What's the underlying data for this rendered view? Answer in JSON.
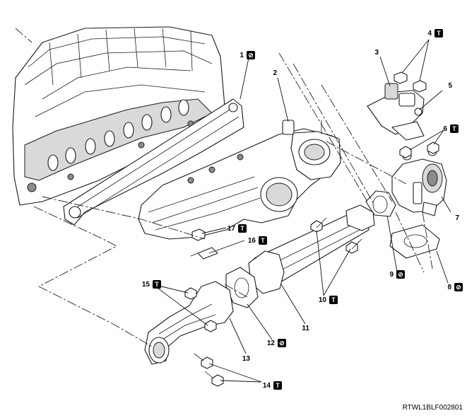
{
  "callouts": [
    {
      "number": "1",
      "icon": "no-reuse"
    },
    {
      "number": "2",
      "icon": ""
    },
    {
      "number": "3",
      "icon": ""
    },
    {
      "number": "4",
      "icon": "torque"
    },
    {
      "number": "5",
      "icon": ""
    },
    {
      "number": "6",
      "icon": "torque"
    },
    {
      "number": "7",
      "icon": ""
    },
    {
      "number": "8",
      "icon": "no-reuse"
    },
    {
      "number": "9",
      "icon": "no-reuse"
    },
    {
      "number": "10",
      "icon": "torque"
    },
    {
      "number": "11",
      "icon": ""
    },
    {
      "number": "12",
      "icon": "no-reuse"
    },
    {
      "number": "13",
      "icon": ""
    },
    {
      "number": "14",
      "icon": "torque"
    },
    {
      "number": "15",
      "icon": "torque"
    },
    {
      "number": "16",
      "icon": "torque"
    },
    {
      "number": "17",
      "icon": "torque"
    }
  ],
  "icons": {
    "torque": "T",
    "no-reuse": "⊘"
  },
  "reference_code": "RTWL1BLF002801"
}
